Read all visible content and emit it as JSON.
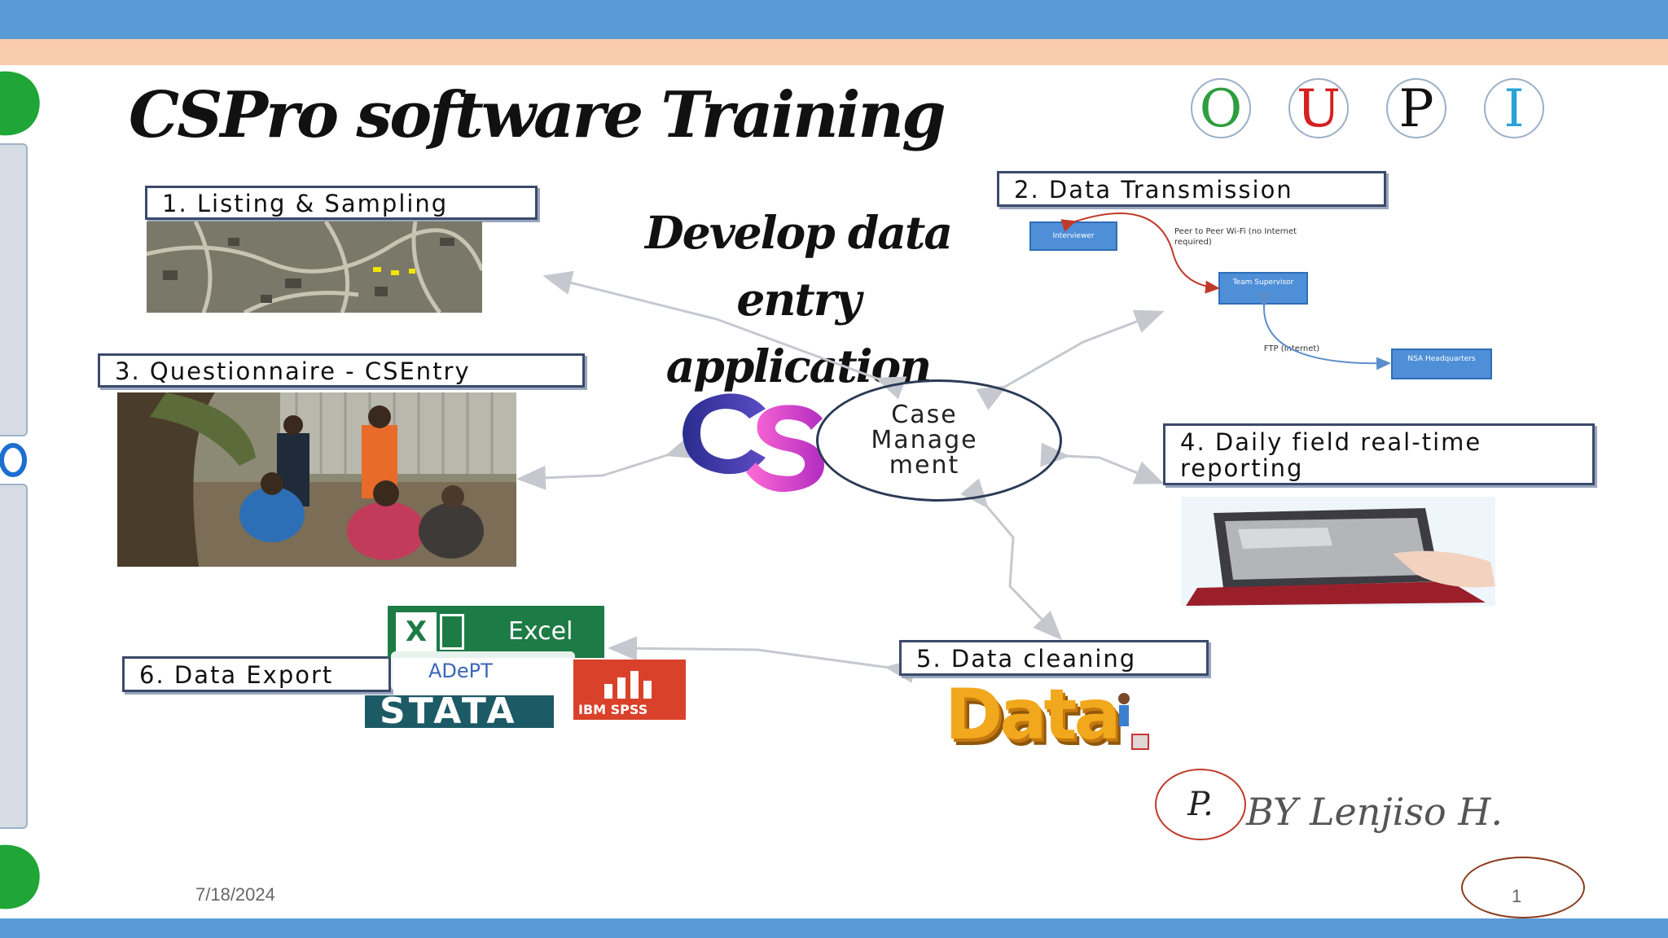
{
  "slide": {
    "title": "CSPro  software Training",
    "subtitle": "Develop data entry application",
    "center_label": "Case Manage ment",
    "logo_letters": [
      "O",
      "U",
      "P",
      "I"
    ],
    "logo_colors": [
      "#2e9e3e",
      "#d42020",
      "#111111",
      "#2aa3d8"
    ],
    "steps": {
      "listing": "1. Listing & Sampling",
      "transmission": "2. Data Transmission",
      "questionnaire": "3. Questionnaire - CSEntry",
      "reporting": "4. Daily field real-time reporting",
      "cleaning": "5. Data cleaning",
      "export": "6. Data Export"
    },
    "transmission_diagram": {
      "interviewer": "Interviewer",
      "peer": "Peer to Peer Wi-Fi (no Internet required)",
      "supervisor": "Team Supervisor",
      "ftp": "FTP (Internet)",
      "hq": "NSA Headquarters"
    },
    "export_logos": {
      "excel": "Excel",
      "adept": "ADePT",
      "stata": "Stata",
      "spss": "IBM SPSS"
    },
    "cleaning_graphic": "Data",
    "author_initial": "P.",
    "author": "BY Lenjiso H.",
    "date": "7/18/2024",
    "page_number": "1"
  }
}
